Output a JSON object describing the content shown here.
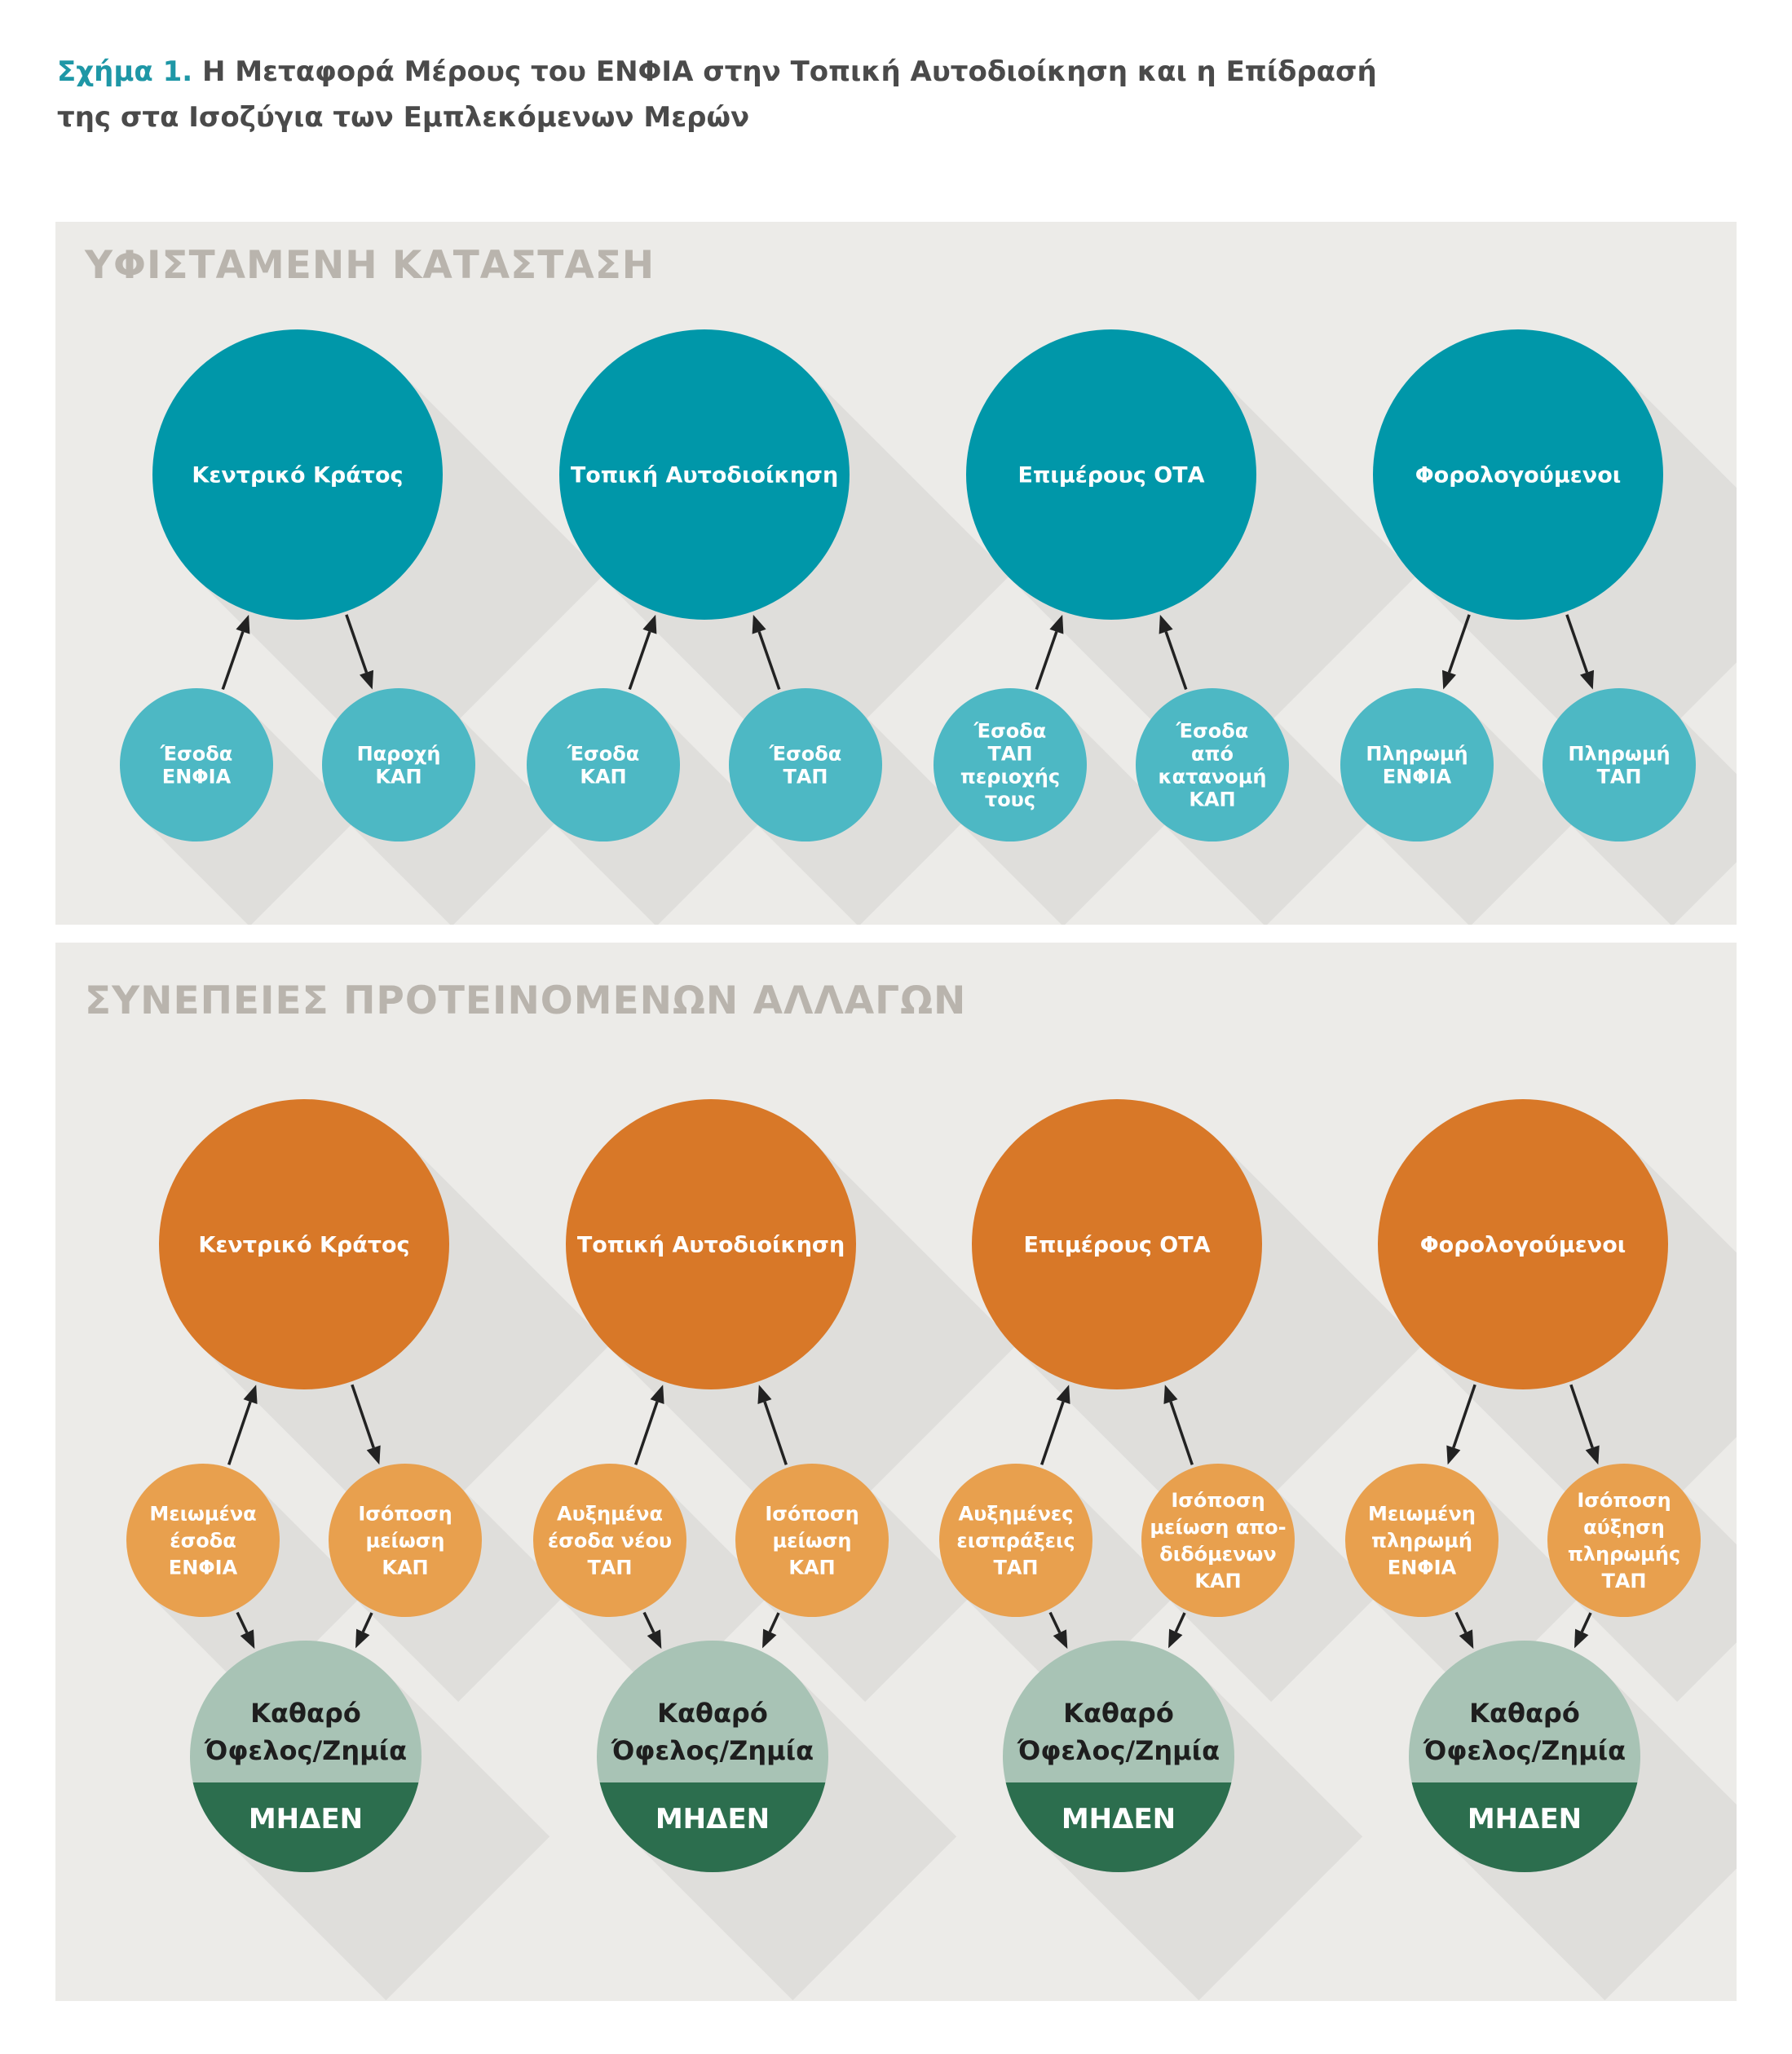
{
  "figure": {
    "title_lead": "Σχήμα 1.",
    "title_line1": " Η Μεταφορά Μέρους του ΕΝΦΙΑ στην Τοπική Αυτοδιοίκηση και η Επίδρασή",
    "title_line2": "της στα Ισοζύγια των Εμπλεκόμενων Μερών"
  },
  "colors": {
    "panel_bg": "#ecebe8",
    "panel_title": "#b9b4ad",
    "teal_main": "#0097a9",
    "teal_sub": "#4db8c4",
    "orange_main": "#d87828",
    "orange_sub": "#e8a04e",
    "net_top": "#a8c3b5",
    "net_bottom": "#2c6e4e",
    "arrow": "#222222"
  },
  "panels": [
    {
      "title": "ΥΦΙΣΤΑΜΕΝΗ ΚΑΤΑΣΤΑΣΗ",
      "groups": [
        {
          "main": "Κεντρικό Κράτος",
          "left": [
            "Έσοδα",
            "ΕΝΦΙΑ"
          ],
          "right": [
            "Παροχή",
            "ΚΑΠ"
          ],
          "left_dir": "up",
          "right_dir": "down"
        },
        {
          "main": "Τοπική Αυτοδιοίκηση",
          "left": [
            "Έσοδα",
            "ΚΑΠ"
          ],
          "right": [
            "Έσοδα",
            "ΤΑΠ"
          ],
          "left_dir": "up",
          "right_dir": "up"
        },
        {
          "main": "Επιμέρους ΟΤΑ",
          "left": [
            "Έσοδα",
            "ΤΑΠ",
            "περιοχής",
            "τους"
          ],
          "right": [
            "Έσοδα",
            "από",
            "κατανομή",
            "ΚΑΠ"
          ],
          "left_dir": "up",
          "right_dir": "up"
        },
        {
          "main": "Φορολογούμενοι",
          "left": [
            "Πληρωμή",
            "ΕΝΦΙΑ"
          ],
          "right": [
            "Πληρωμή",
            "ΤΑΠ"
          ],
          "left_dir": "down",
          "right_dir": "down"
        }
      ]
    },
    {
      "title": "ΣΥΝΕΠΕΙΕΣ ΠΡΟΤΕΙΝΟΜΕΝΩΝ ΑΛΛΑΓΩΝ",
      "net_top": [
        "Καθαρό",
        "Όφελος/Ζημία"
      ],
      "net_bottom": "ΜΗΔΕΝ",
      "groups": [
        {
          "main": "Κεντρικό Κράτος",
          "left": [
            "Μειωμένα",
            "έσοδα",
            "ΕΝΦΙΑ"
          ],
          "right": [
            "Ισόποση",
            "μείωση",
            "ΚΑΠ"
          ],
          "left_dir": "up",
          "right_dir": "down"
        },
        {
          "main": "Τοπική Αυτοδιοίκηση",
          "left": [
            "Αυξημένα",
            "έσοδα νέου",
            "ΤΑΠ"
          ],
          "right": [
            "Ισόποση",
            "μείωση",
            "ΚΑΠ"
          ],
          "left_dir": "up",
          "right_dir": "up"
        },
        {
          "main": "Επιμέρους ΟΤΑ",
          "left": [
            "Αυξημένες",
            "εισπράξεις",
            "ΤΑΠ"
          ],
          "right": [
            "Ισόποση",
            "μείωση απο-",
            "διδόμενων",
            "ΚΑΠ"
          ],
          "left_dir": "up",
          "right_dir": "up"
        },
        {
          "main": "Φορολογούμενοι",
          "left": [
            "Μειωμένη",
            "πληρωμή",
            "ΕΝΦΙΑ"
          ],
          "right": [
            "Ισόποση",
            "αύξηση",
            "πληρωμής",
            "ΤΑΠ"
          ],
          "left_dir": "down",
          "right_dir": "down"
        }
      ]
    }
  ]
}
